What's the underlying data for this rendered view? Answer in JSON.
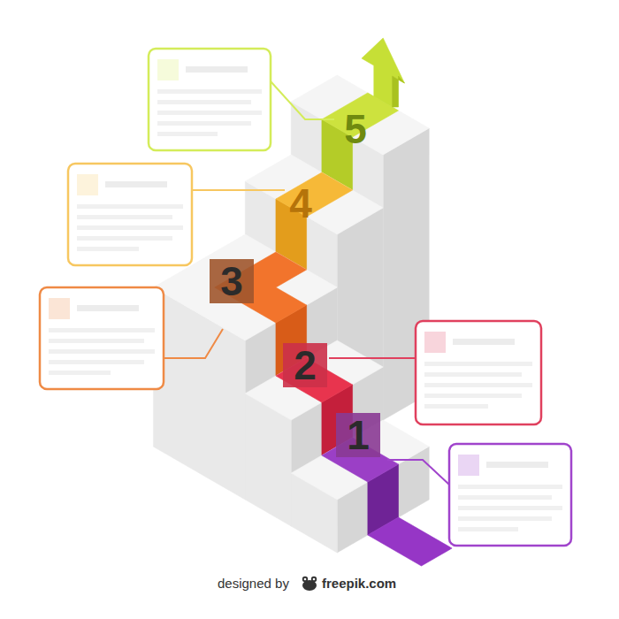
{
  "diagram": {
    "labels": [
      "1",
      "2",
      "3",
      "4",
      "5",
      "designed by",
      "freepik.com"
    ]
  }
}
